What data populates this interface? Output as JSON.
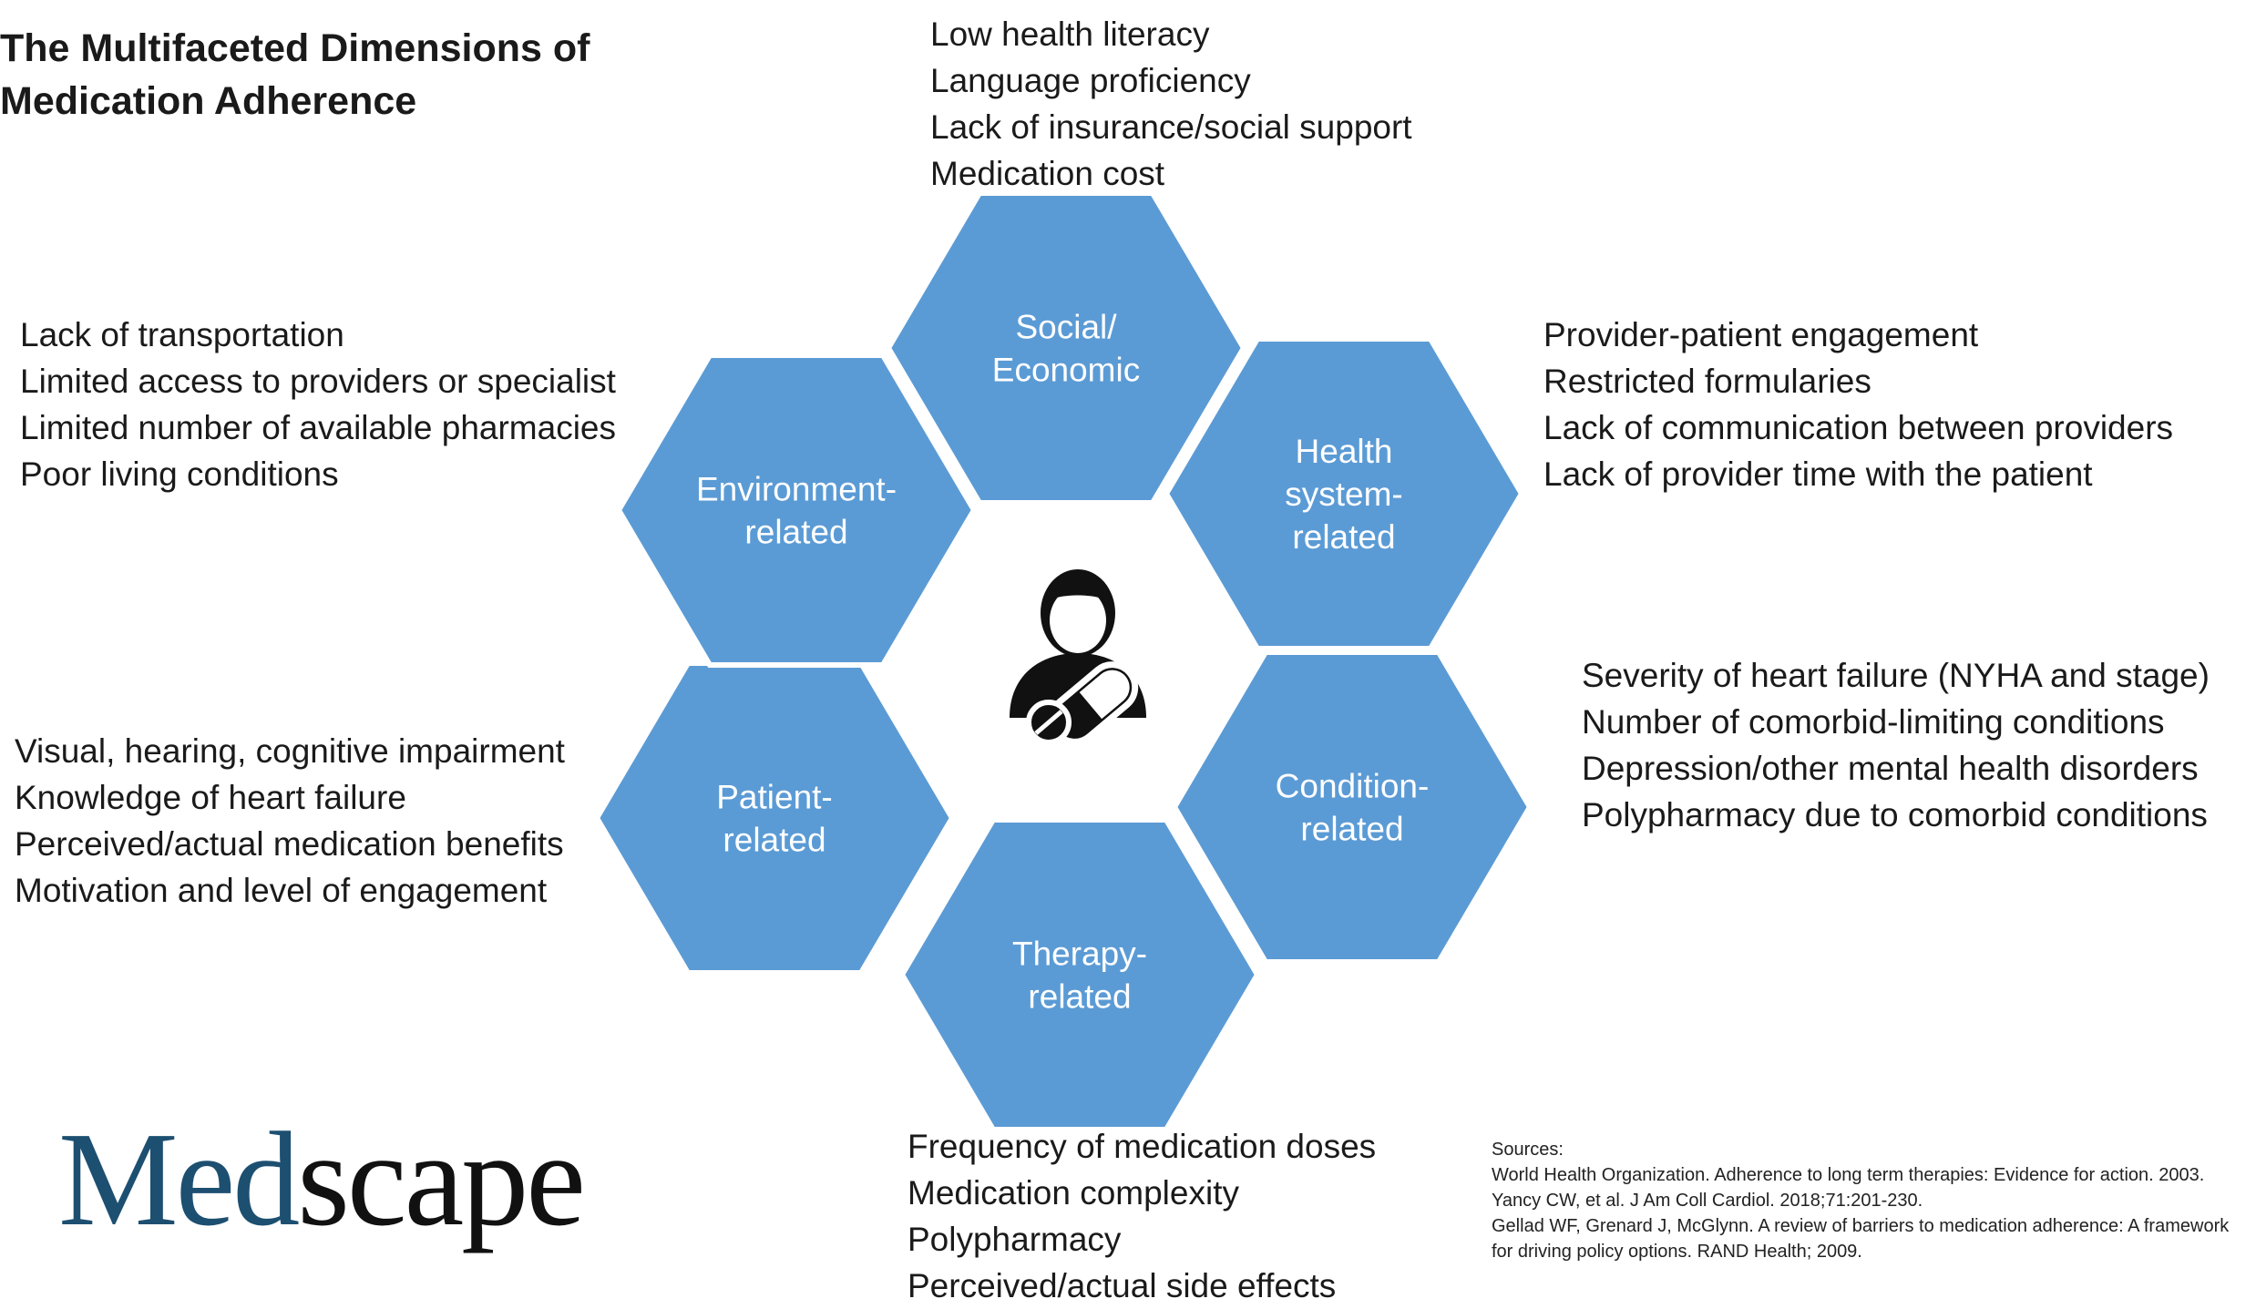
{
  "title": "The Multifaceted Dimensions of\nMedication Adherence",
  "hex_color": "#5b9bd5",
  "hexagons": [
    {
      "label": [
        "Social/",
        "Economic"
      ]
    },
    {
      "label": [
        "Health",
        "system-",
        "related"
      ]
    },
    {
      "label": [
        "Condition-",
        "related"
      ]
    },
    {
      "label": [
        "Therapy-",
        "related"
      ]
    },
    {
      "label": [
        "Patient-",
        "related"
      ]
    },
    {
      "label": [
        "Environment-",
        "related"
      ]
    }
  ],
  "center_icon": "patient-with-pill-icon",
  "factor_lists": {
    "social_economic": [
      "Low health literacy",
      "Language proficiency",
      "Lack of insurance/social support",
      "Medication cost"
    ],
    "environment": [
      "Lack of transportation",
      "Limited access to providers or specialist",
      "Limited number of available pharmacies",
      "Poor living conditions"
    ],
    "health_system": [
      "Provider-patient engagement",
      "Restricted formularies",
      "Lack of communication between providers",
      "Lack of provider time with the patient"
    ],
    "condition": [
      "Severity of heart failure (NYHA and stage)",
      "Number of comorbid-limiting conditions",
      "Depression/other mental health disorders",
      "Polypharmacy due to comorbid conditions"
    ],
    "patient": [
      "Visual, hearing, cognitive impairment",
      "Knowledge of heart failure",
      "Perceived/actual medication benefits",
      "Motivation and level of engagement"
    ],
    "therapy": [
      "Frequency of medication doses",
      "Medication complexity",
      "Polypharmacy",
      "Perceived/actual side effects"
    ]
  },
  "logo": {
    "part1": "Med",
    "part2": "scape",
    "color": "#1d4f71"
  },
  "sources": {
    "heading": "Sources:",
    "entries": [
      "World Health Organization. Adherence to long term therapies: Evidence for action. 2003.",
      "Yancy CW, et al. J Am Coll Cardiol. 2018;71:201-230.",
      "Gellad WF, Grenard J, McGlynn. A review of barriers to medication adherence: A framework for driving policy options. RAND Health; 2009."
    ]
  }
}
